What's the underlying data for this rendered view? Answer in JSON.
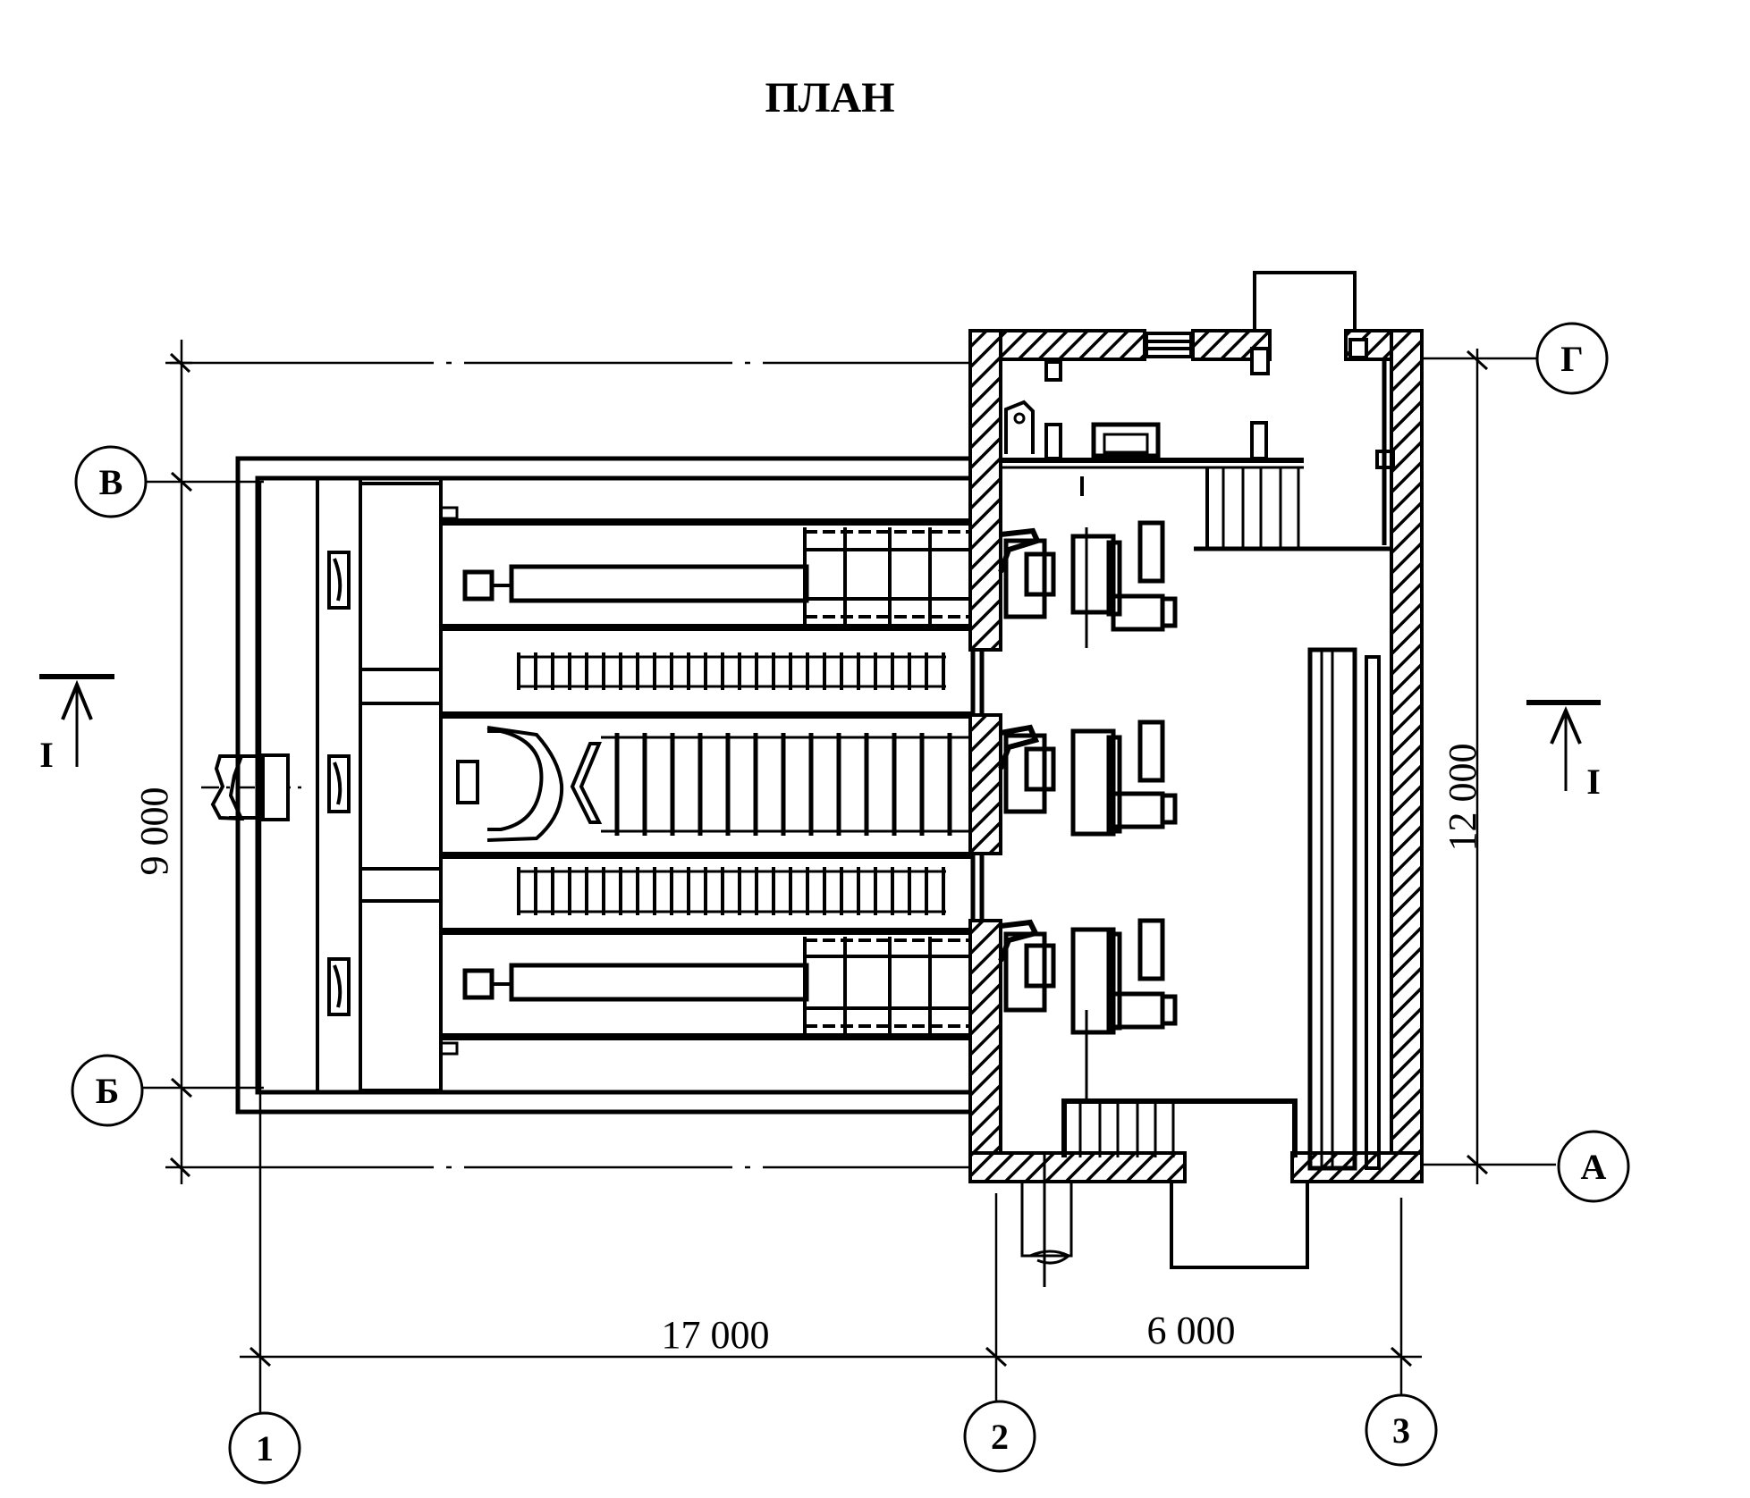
{
  "title": "ПЛАН",
  "dimensions": {
    "length_left": "17 000",
    "length_right": "6 000",
    "width_left": "9 000",
    "width_right": "12 000"
  },
  "axes": {
    "vertical": [
      "1",
      "2",
      "3"
    ],
    "horizontal_left": [
      "В",
      "Б"
    ],
    "horizontal_right": [
      "Г",
      "А"
    ]
  },
  "section": {
    "left": "I",
    "right": "I"
  },
  "colors": {
    "line": "#000000",
    "background": "#ffffff"
  }
}
